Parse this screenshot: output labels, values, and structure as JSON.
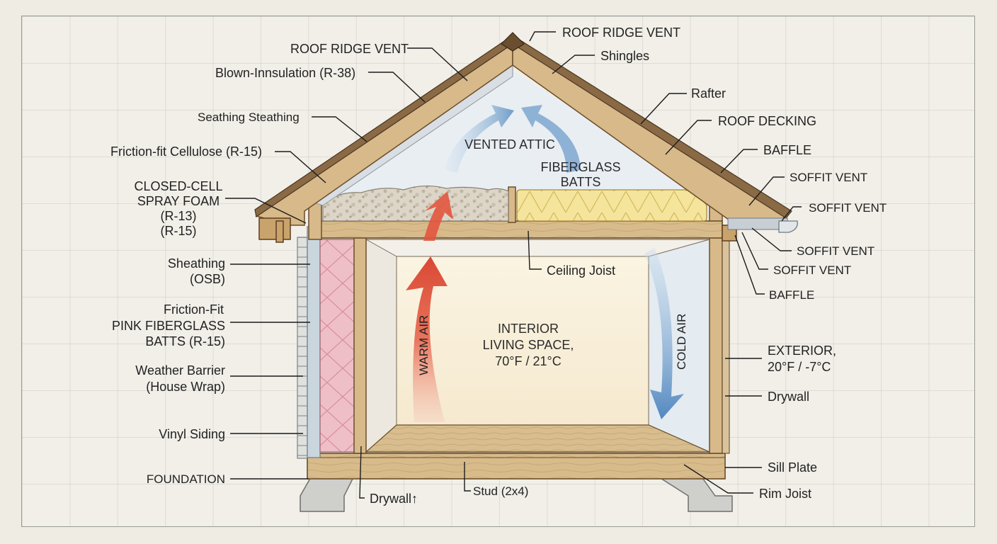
{
  "labels": {
    "ridge_vent_top": "ROOF RIDGE VENT",
    "ridge_vent_left": "ROOF RIDGE VENT",
    "shingles": "Shingles",
    "blown_insulation": "Blown-Innsulation (R-38)",
    "rafter": "Rafter",
    "seathing": "Seathing Steathing",
    "roof_decking": "ROOF DECKING",
    "friction_cellulose": "Friction-fit Cellulose (R-15)",
    "baffle_top": "BAFFLE",
    "closed_cell_1": "CLOSED-CELL",
    "closed_cell_2": "SPRAY FOAM",
    "closed_cell_3": "(R-13)",
    "closed_cell_4": "(R-15)",
    "soffit_vent_1": "SOFFIT VENT",
    "soffit_vent_2": "SOFFIT VENT",
    "soffit_vent_3": "SOFFIT VENT",
    "soffit_vent_4": "SOFFIT VENT",
    "baffle_bottom": "BAFFLE",
    "sheathing_1": "Sheathing",
    "sheathing_2": "(OSB)",
    "ceiling_joist": "Ceiling Joist",
    "friction_fit_1": "Friction-Fit",
    "friction_fit_2": "PINK FIBERGLASS",
    "friction_fit_3": "BATTS (R-15)",
    "weather_barrier_1": "Weather Barrier",
    "weather_barrier_2": "(House Wrap)",
    "exterior_1": "EXTERIOR,",
    "exterior_2": "20°F / -7°C",
    "drywall_right": "Drywall",
    "vinyl_siding": "Vinyl Siding",
    "foundation": "FOUNDATION",
    "sill_plate": "Sill Plate",
    "drywall_bottom": "Drywall↑",
    "stud": "Stud (2x4)",
    "rim_joist": "Rim Joist",
    "vented_attic": "VENTED ATTIC",
    "fiberglass_batts_1": "FIBERGLASS",
    "fiberglass_batts_2": "BATTS",
    "interior_1": "INTERIOR",
    "interior_2": "LIVING SPACE,",
    "interior_3": "70°F / 21°C",
    "warm_air": "WARM AIR",
    "cold_air": "COLD AIR"
  },
  "colors": {
    "wood": "#d7b98a",
    "shingle": "#8a6a45",
    "pink_batts": "#ecbcc4",
    "yellow_batts": "#f3e39a",
    "cellulose": "#d9d3c6",
    "warm_air": "#e0503c",
    "cold_air": "#5a8fc0",
    "interior": "#f8f0dc",
    "foundation": "#cfcfcc"
  }
}
